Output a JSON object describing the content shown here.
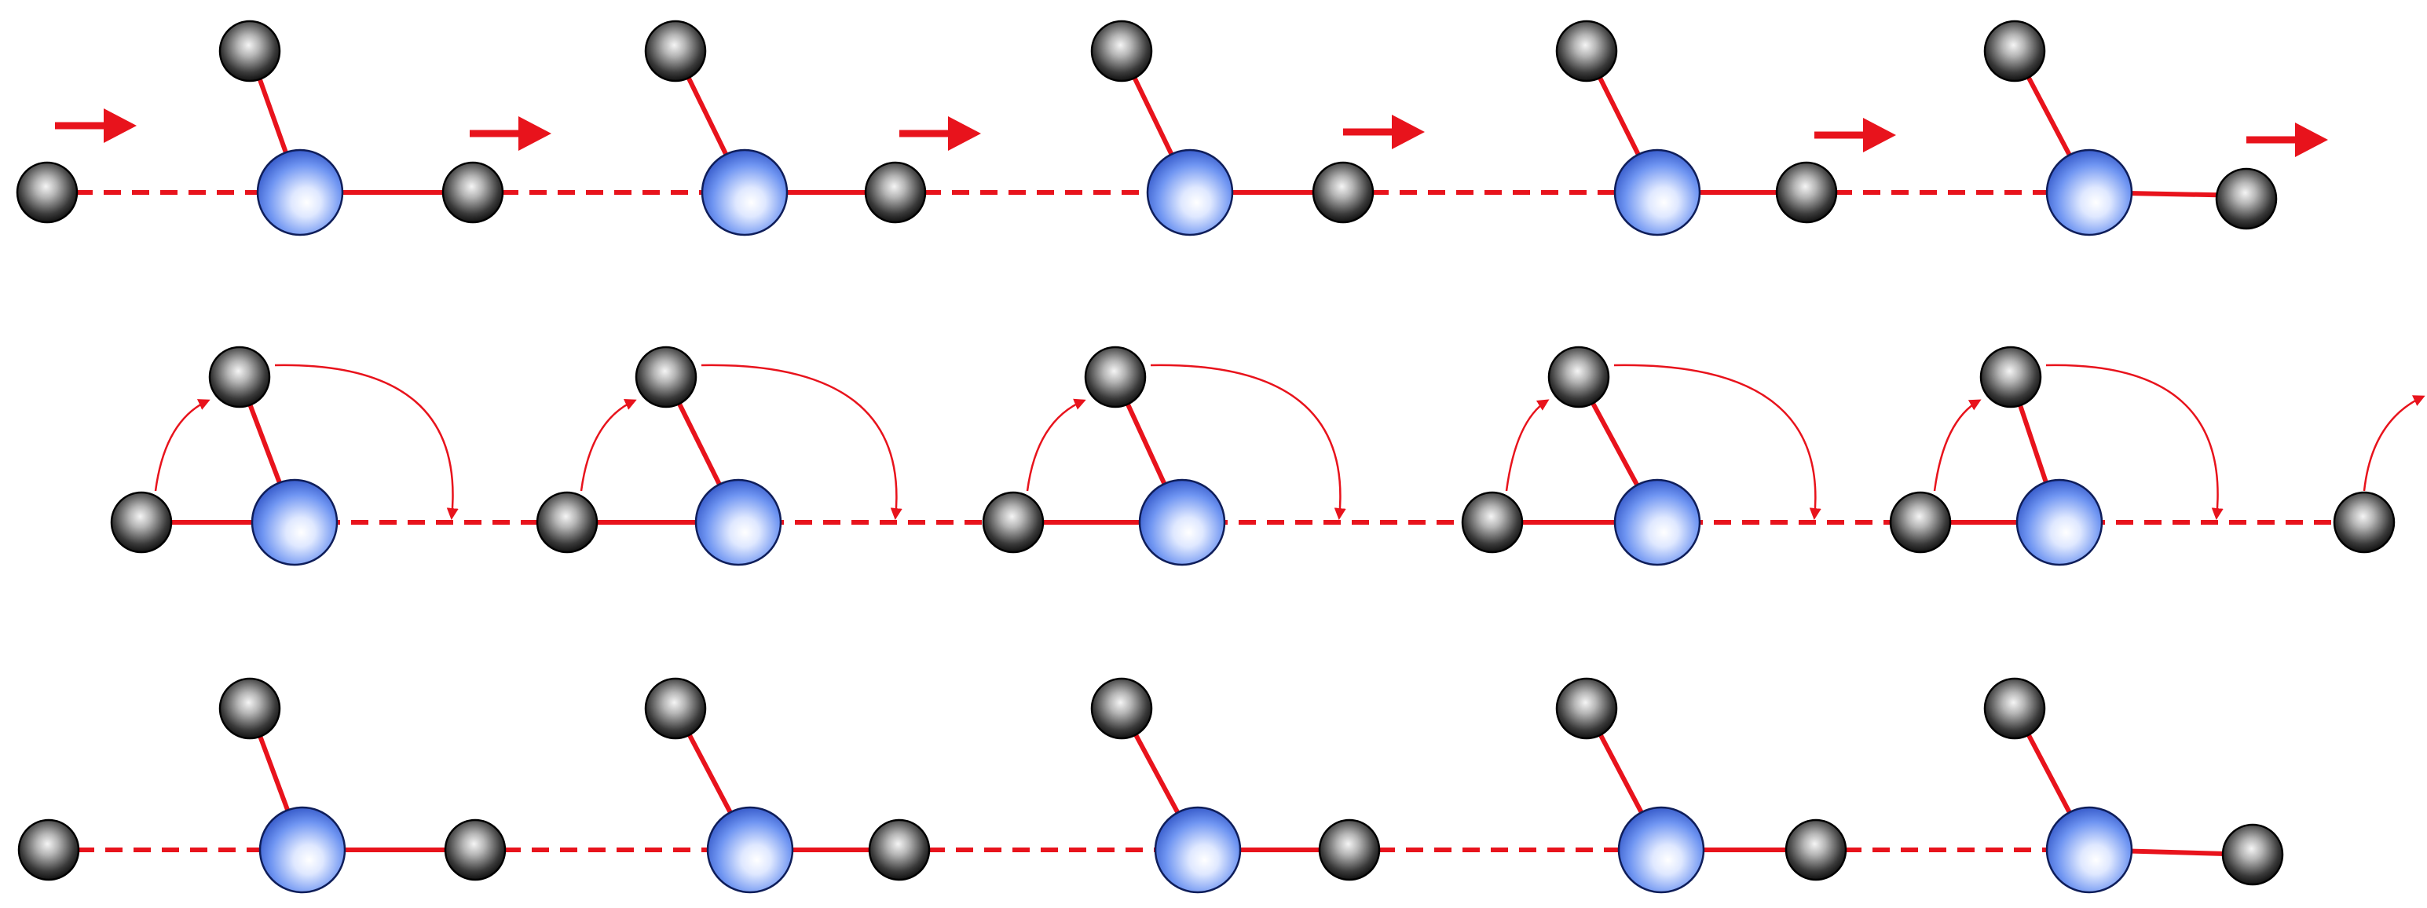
{
  "diagram": {
    "rows": [
      {
        "name": "row-1-translation",
        "motion": "straight-arrow"
      },
      {
        "name": "row-2-rotation",
        "motion": "curved-arrow"
      },
      {
        "name": "row-3-result",
        "motion": "none"
      }
    ],
    "units_per_row": 5,
    "unit": {
      "center_atom": "blue-sphere",
      "side_atoms": [
        "gray-sphere-top",
        "gray-sphere-right"
      ],
      "bonds": [
        "solid-red-to-top",
        "solid-red-to-right"
      ],
      "links_between_units": "dashed-red"
    },
    "colors": {
      "bond": "#e8131c",
      "center_atom": "#5a86ef",
      "center_atom_highlight": "#ffffff",
      "side_atom": "#1a1a1a",
      "side_atom_highlight": "#f2f2f2"
    }
  }
}
